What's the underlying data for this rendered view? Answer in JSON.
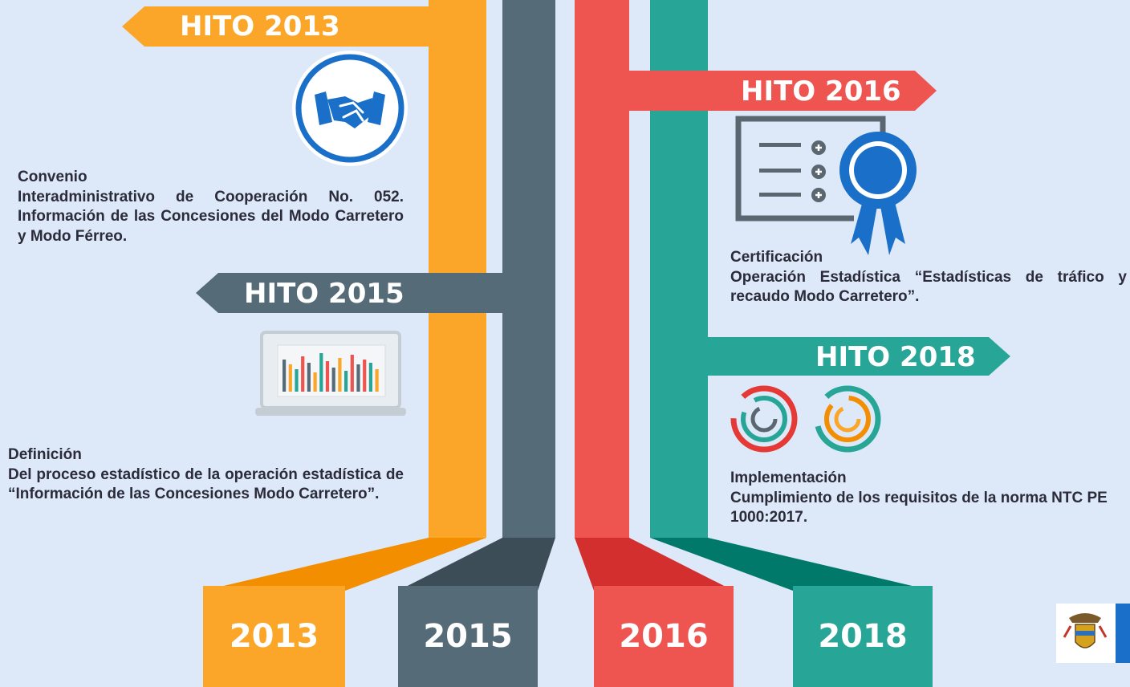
{
  "colors": {
    "orange": "#fba629",
    "slate": "#556b77",
    "red": "#ee5450",
    "teal": "#27a597",
    "background": "#dde9f8",
    "text": "#2b2b3a"
  },
  "milestones": {
    "m2013": {
      "banner": "HITO 2013",
      "year": "2013",
      "icon": "handshake-icon",
      "title": "Convenio",
      "text": "Interadministrativo de Cooperación No. 052. Información de las Concesiones del Modo Carretero y Modo Férreo."
    },
    "m2015": {
      "banner": "HITO 2015",
      "year": "2015",
      "icon": "bar-chart-laptop-icon",
      "title": "Definición",
      "text": "Del proceso estadístico de la operación estadística de “Información de las Concesiones Modo Carretero”."
    },
    "m2016": {
      "banner": "HITO 2016",
      "year": "2016",
      "icon": "certificate-ribbon-icon",
      "title": "Certificación",
      "text": "Operación Estadística “Estadísticas de tráfico y recaudo Modo Carretero”."
    },
    "m2018": {
      "banner": "HITO 2018",
      "year": "2018",
      "icon": "circular-arrows-icon",
      "title": "Implementación",
      "text": "Cumplimiento de los requisitos de la norma NTC PE 1000:2017."
    }
  },
  "logo": {
    "icon": "coat-of-arms-icon"
  }
}
